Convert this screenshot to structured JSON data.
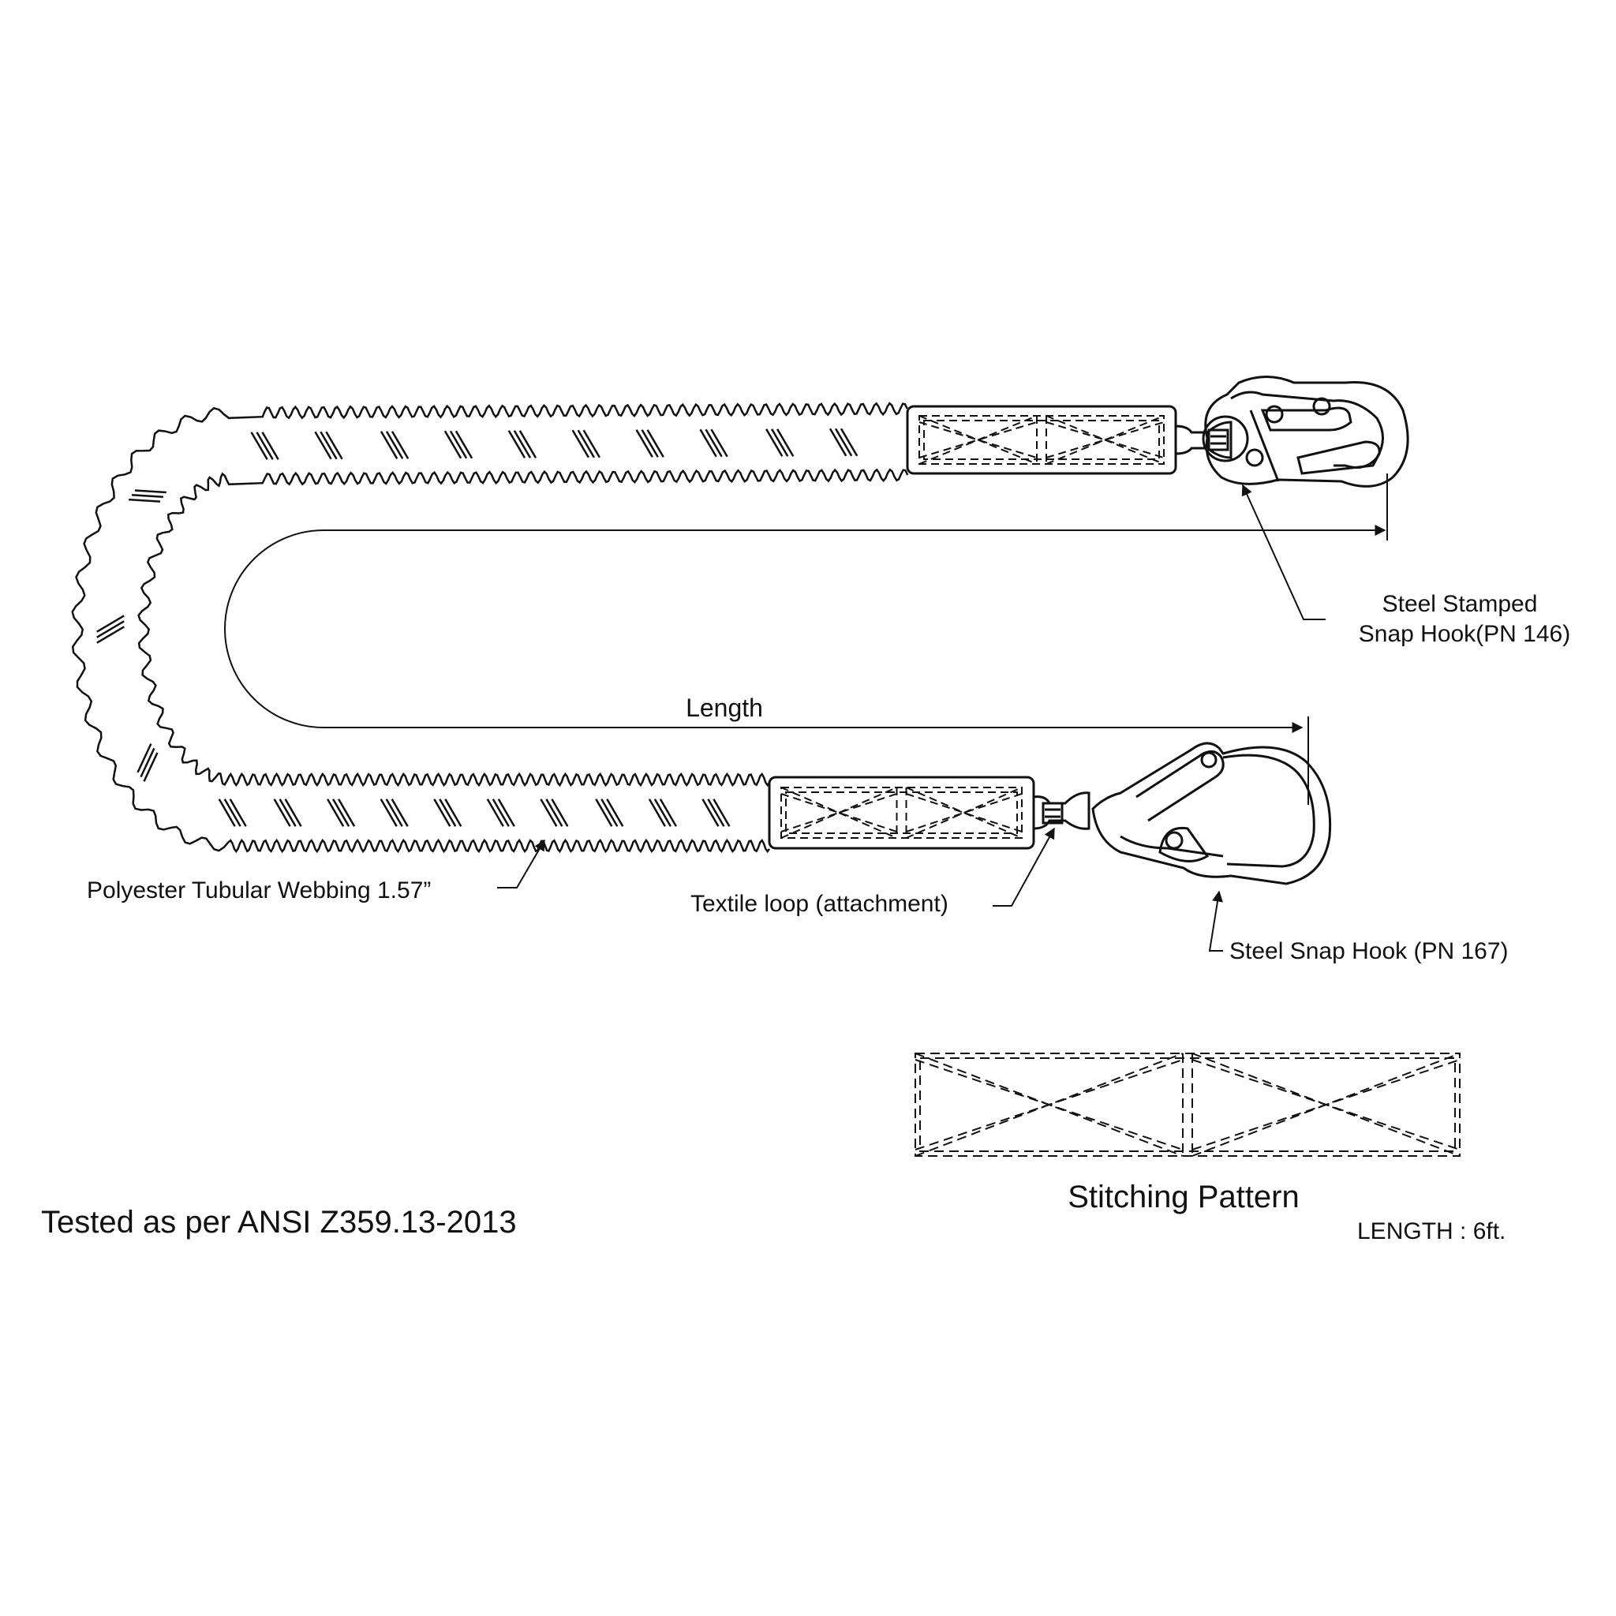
{
  "labels": {
    "length": "Length",
    "steel_stamped_line1": "Steel Stamped",
    "steel_stamped_line2": "Snap Hook(PN 146)",
    "webbing": "Polyester Tubular Webbing 1.57”",
    "textile_loop": "Textile loop (attachment)",
    "steel_snap_hook": "Steel Snap Hook (PN 167)",
    "stitching_pattern": "Stitching Pattern",
    "tested": "Tested as per ANSI Z359.13-2013",
    "length_spec": "LENGTH : 6ft."
  },
  "colors": {
    "ink": "#111111",
    "background": "#ffffff"
  }
}
